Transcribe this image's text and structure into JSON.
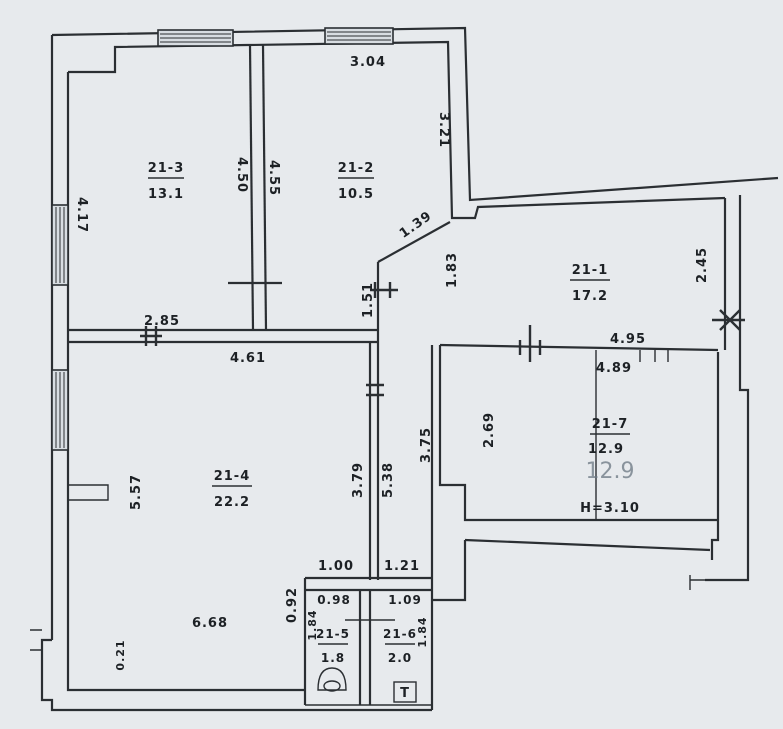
{
  "rooms": {
    "r13": {
      "id": "21-3",
      "area": "13.1"
    },
    "r12": {
      "id": "21-2",
      "area": "10.5"
    },
    "r11": {
      "id": "21-1",
      "area": "17.2"
    },
    "r14": {
      "id": "21-4",
      "area": "22.2"
    },
    "r17": {
      "id": "21-7",
      "area": "12.9",
      "area_handwritten": "12.9"
    },
    "r15": {
      "id": "21-5",
      "area": "1.8"
    },
    "r16": {
      "id": "21-6",
      "area": "2.0"
    }
  },
  "dimensions": {
    "d_304": "3.04",
    "d_321": "3.21",
    "d_417": "4.17",
    "d_450": "4.50",
    "d_455": "4.55",
    "d_139": "1.39",
    "d_183": "1.83",
    "d_151": "1.51",
    "d_245": "2.45",
    "d_285": "2.85",
    "d_461": "4.61",
    "d_495": "4.95",
    "d_489": "4.89",
    "d_269": "2.69",
    "d_375": "3.75",
    "d_379": "3.79",
    "d_538": "5.38",
    "d_557": "5.57",
    "d_h310": "H=3.10",
    "d_100": "1.00",
    "d_121": "1.21",
    "d_092": "0.92",
    "d_098": "0.98",
    "d_109": "1.09",
    "d_668": "6.68",
    "d_184a": "1.84",
    "d_184b": "1.84",
    "d_021": "0.21"
  },
  "fixtures": {
    "t_symbol": "T"
  }
}
